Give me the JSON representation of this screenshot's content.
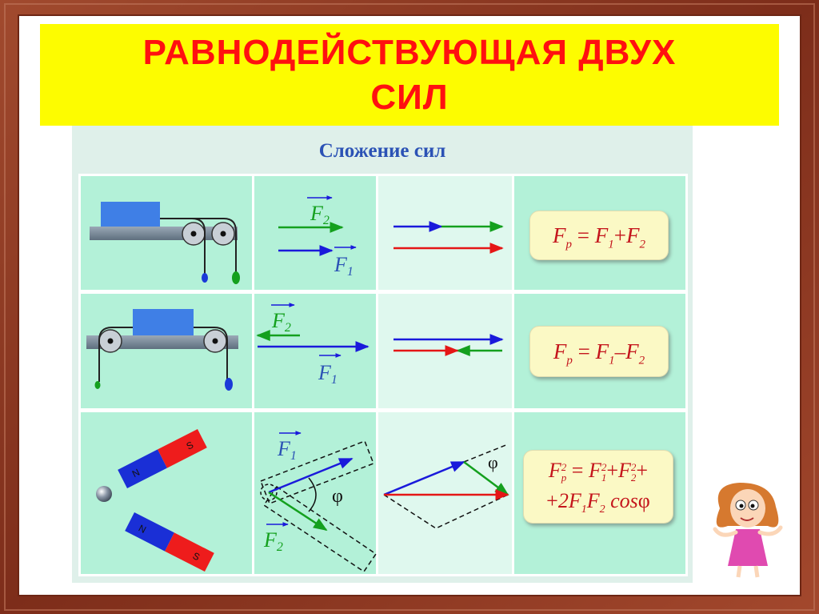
{
  "title": "РАВНОДЕЙСТВУЮЩАЯ   ДВУХ\nСИЛ",
  "panel": {
    "title": "Сложение сил"
  },
  "rows": [
    {
      "f2_label": "F",
      "f2_sub": "2",
      "f1_label": "F",
      "f1_sub": "1",
      "formula": {
        "lhs": "F",
        "lhs_sub": "р",
        "eq": "=",
        "t1": "F",
        "t1_sub": "1",
        "op": "+",
        "t2": "F",
        "t2_sub": "2"
      }
    },
    {
      "f2_label": "F",
      "f2_sub": "2",
      "f1_label": "F",
      "f1_sub": "1",
      "formula": {
        "lhs": "F",
        "lhs_sub": "р",
        "eq": "=",
        "t1": "F",
        "t1_sub": "1",
        "op": "–",
        "t2": "F",
        "t2_sub": "2"
      }
    },
    {
      "f1_label": "F",
      "f1_sub": "1",
      "f2_label": "F",
      "f2_sub": "2",
      "angle": "φ",
      "magnet_n": "N",
      "magnet_s": "S",
      "formula": {
        "lhs": "F",
        "lhs_sup": "2",
        "lhs_sub": "р",
        "eq": "=",
        "t1": "F",
        "t1_sup": "2",
        "t1_sub": "1",
        "op1": "+",
        "t2": "F",
        "t2_sup": "2",
        "t2_sub": "2",
        "op2": "+",
        "line2_plus": "+",
        "line2_coef": "2",
        "line2_f1": "F",
        "line2_f1_sub": "1",
        "line2_f2": "F",
        "line2_f2_sub": "2",
        "line2_cos": "cos",
        "line2_phi": "φ"
      }
    }
  ],
  "colors": {
    "title_text": "#ff1010",
    "title_bg": "#fdfc00",
    "panel_bg": "#dff0ea",
    "cell_bg": "#b3f1d8",
    "blue_vector": "#1a1adb",
    "green_vector": "#14a01e",
    "red_vector": "#e51616",
    "formula_text": "#c4151c",
    "label_text": "#2b52b5"
  },
  "icons": [
    "pulley-icon",
    "weight-icon",
    "magnet-icon",
    "steel-ball-icon",
    "cartoon-girl-icon"
  ]
}
